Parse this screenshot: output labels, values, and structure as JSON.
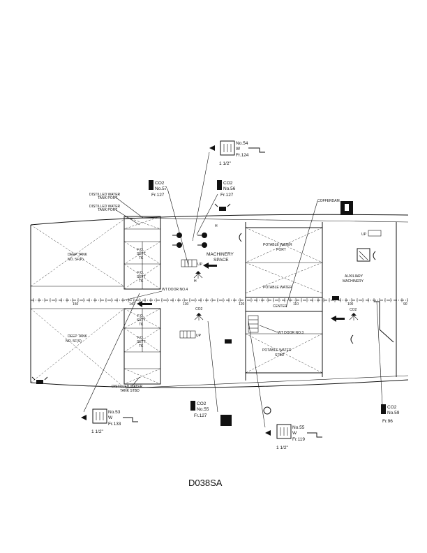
{
  "drawing_number": "D038SA",
  "compartments": {
    "deep_tank_port_l1": "DEEP TANK",
    "deep_tank_port_l2": "NO. 5F(P)",
    "deep_tank_stbd_l1": "DEEP TANK",
    "deep_tank_stbd_l2": "NO. 5F(S)",
    "fo_sett_1_l1": "F.O.",
    "fo_sett_1_l2": "SETT",
    "fo_sett_1_l3": "TK",
    "fo_sett_2_l1": "F.O.",
    "fo_sett_2_l2": "SETT",
    "fo_sett_2_l3": "TK",
    "fo_sett_3_l1": "F.O.",
    "fo_sett_3_l2": "SETT",
    "fo_sett_3_l3": "TK",
    "fo_sett_4_l1": "F.O.",
    "fo_sett_4_l2": "SETT",
    "fo_sett_4_l3": "TK",
    "machinery_l1": "MACHINERY",
    "machinery_l2": "SPACE",
    "potable_port_l1": "POTABLE WATER",
    "potable_port_l2": "PORT",
    "potable_water": "POTABLE WATER",
    "center": "CENTER",
    "potable_stbd_l1": "POTABLE WATER",
    "potable_stbd_l2": "STBD",
    "aux_l1": "AUXILIARY",
    "aux_l2": "MACHINERY"
  },
  "annotations": {
    "distilled_port_1_l1": "DISTILLED WATER",
    "distilled_port_1_l2": "TANK PORT",
    "distilled_port_2_l1": "DISTILLED WATER",
    "distilled_port_2_l2": "TANK PORT",
    "distilled_stbd_l1": "DISTILLED WATER",
    "distilled_stbd_l2": "TANK STBD",
    "wt_door_4": "WT DOOR NO.4",
    "wt_door_3": "WT DOOR NO.3",
    "cofferdam": "COFFERDAM",
    "up_1": "UP",
    "up_2": "UP",
    "up_3": "UP",
    "h_mark": "H",
    "h_mark_2": "H"
  },
  "frames": {
    "f150": "150",
    "f140": "140",
    "f130": "130",
    "f120": "120",
    "f110": "110",
    "f100": "100",
    "f90": "90"
  },
  "stations": {
    "hose_54": {
      "no": "No.54",
      "w": "W",
      "fr": "Fr.124",
      "size": "1 1/2\""
    },
    "co2_57": {
      "co2": "CO2",
      "no": "No.57",
      "fr": "Fr.127"
    },
    "co2_56": {
      "co2": "CO2",
      "no": "No.56",
      "fr": "Fr.127"
    },
    "hose_53": {
      "no": "No.53",
      "w": "W",
      "fr": "Fr.133",
      "size": "1 1/2\""
    },
    "co2_55": {
      "co2": "CO2",
      "no": "No.55",
      "fr": "Fr.127"
    },
    "hose_55": {
      "no": "No.55",
      "w": "W",
      "fr": "Fr.119",
      "size": "1 1/2\""
    },
    "co2_59": {
      "co2": "CO2",
      "no": "No.59",
      "fr": "Fr.96"
    },
    "co2_in_1": "CO2",
    "co2_in_2": "CO2",
    "co2_in_3": "CO2"
  },
  "icons": [
    "fire-hose-station-icon",
    "co2-extinguisher-icon",
    "fire-alarm-icon",
    "telephone-icon",
    "escape-arrow-icon",
    "fire-pump-icon",
    "valve-icon",
    "sprinkler-icon",
    "stairway-icon"
  ]
}
